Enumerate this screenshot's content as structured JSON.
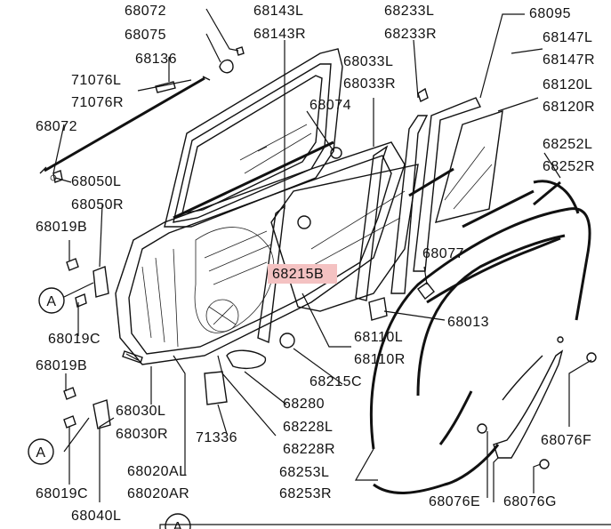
{
  "labels": {
    "l68072a": "68072",
    "l68075": "68075",
    "l68136": "68136",
    "l71076L": "71076L",
    "l71076R": "71076R",
    "l68072b": "68072",
    "l68050L": "68050L",
    "l68050R": "68050R",
    "l68019Ba": "68019B",
    "l68019Ca": "68019C",
    "l68019Bb": "68019B",
    "l68019Cb": "68019C",
    "l68040L": "68040L",
    "l68030L": "68030L",
    "l68030R": "68030R",
    "l68020AL": "68020AL",
    "l68020AR": "68020AR",
    "l68143L": "68143L",
    "l68143R": "68143R",
    "l68233L": "68233L",
    "l68233R": "68233R",
    "l68033L": "68033L",
    "l68033R": "68033R",
    "l68074": "68074",
    "l68095": "68095",
    "l68147L": "68147L",
    "l68147R": "68147R",
    "l68120L": "68120L",
    "l68120R": "68120R",
    "l68252L": "68252L",
    "l68252R": "68252R",
    "l68077": "68077",
    "l68215B": "68215B",
    "l68013": "68013",
    "l68110L": "68110L",
    "l68110R": "68110R",
    "l68215C": "68215C",
    "l68280": "68280",
    "l68228L": "68228L",
    "l68228R": "68228R",
    "l71336": "71336",
    "l68253L": "68253L",
    "l68253R": "68253R",
    "l68076F": "68076F",
    "l68076E": "68076E",
    "l68076G": "68076G",
    "circleA1": "A",
    "circleA2": "A",
    "circleA3": "A"
  },
  "colors": {
    "highlight": "#f4c2c2",
    "ink": "#111111"
  }
}
